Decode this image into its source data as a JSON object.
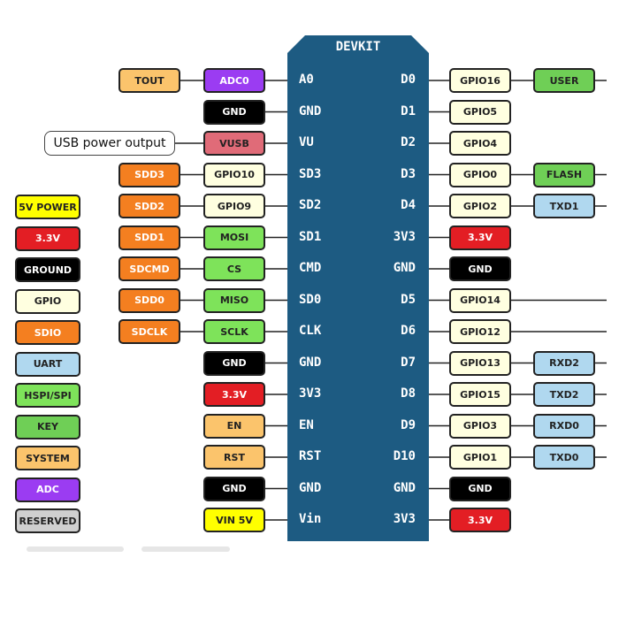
{
  "board": {
    "title": "DEVKIT"
  },
  "callout": {
    "label": "USB power output"
  },
  "left_pins": [
    "A0",
    "GND",
    "VU",
    "SD3",
    "SD2",
    "SD1",
    "CMD",
    "SD0",
    "CLK",
    "GND",
    "3V3",
    "EN",
    "RST",
    "GND",
    "Vin"
  ],
  "right_pins": [
    "D0",
    "D1",
    "D2",
    "D3",
    "D4",
    "3V3",
    "GND",
    "D5",
    "D6",
    "D7",
    "D8",
    "D9",
    "D10",
    "GND",
    "3V3"
  ],
  "left_inner": [
    "ADC0",
    "GND",
    "VUSB",
    "GPIO10",
    "GPIO9",
    "MOSI",
    "CS",
    "MISO",
    "SCLK",
    "GND",
    "3.3V",
    "EN",
    "RST",
    "GND",
    "VIN 5V"
  ],
  "left_outer": [
    "TOUT",
    "",
    "",
    "SDD3",
    "SDD2",
    "SDD1",
    "SDCMD",
    "SDD0",
    "SDCLK",
    "",
    "",
    "",
    "",
    "",
    ""
  ],
  "right_inner": [
    "GPIO16",
    "GPIO5",
    "GPIO4",
    "GPIO0",
    "GPIO2",
    "3.3V",
    "GND",
    "GPIO14",
    "GPIO12",
    "GPIO13",
    "GPIO15",
    "GPIO3",
    "GPIO1",
    "GND",
    "3.3V"
  ],
  "right_outer": [
    "USER",
    "",
    "",
    "FLASH",
    "TXD1",
    "",
    "",
    "",
    "",
    "RXD2",
    "TXD2",
    "RXD0",
    "TXD0",
    "",
    ""
  ],
  "legend": [
    "5V POWER",
    "3.3V",
    "GROUND",
    "GPIO",
    "SDIO",
    "UART",
    "HSPI/SPI",
    "KEY",
    "SYSTEM",
    "ADC",
    "RESERVED"
  ],
  "colors": {
    "board": "#1d5b82",
    "power5v": "#ffff00",
    "power33": "#e31e24",
    "ground": "#000000",
    "gpio": "#ffffe0",
    "sdio": "#f47f20",
    "uart": "#b0d8ef",
    "spi": "#7ee35a",
    "key": "#6fcf56",
    "system": "#fbc46c",
    "adc": "#9b3cf2",
    "reserved": "#cfcfcf",
    "vusb": "#e06b78"
  }
}
